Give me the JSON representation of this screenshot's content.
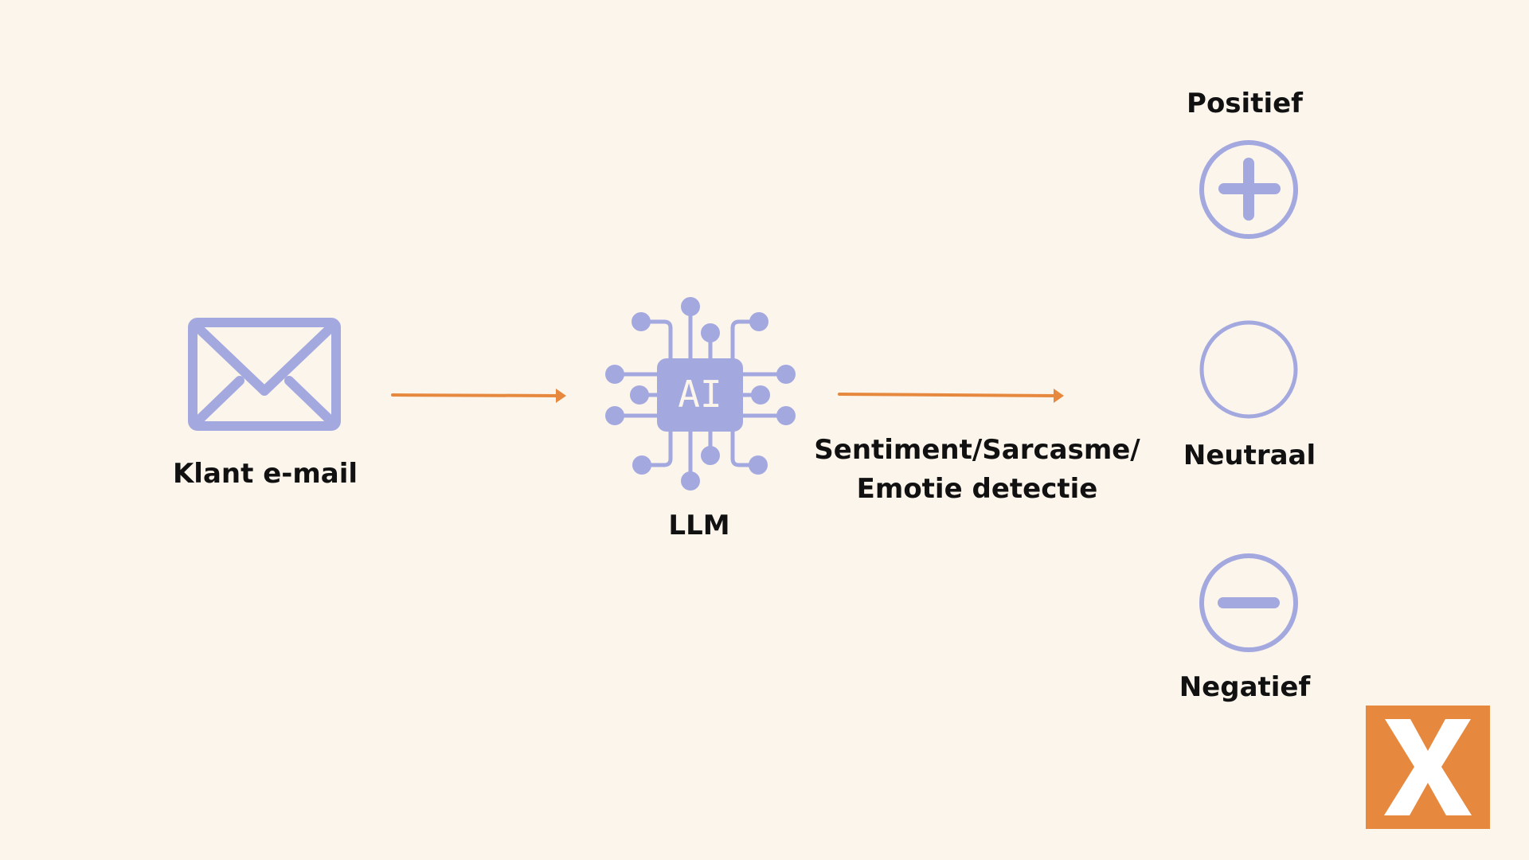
{
  "diagram": {
    "type": "flow",
    "colors": {
      "background": "#FCF5EC",
      "icon": "#A3A8DF",
      "arrow": "#E6893F",
      "logo_bg": "#E6893F",
      "logo_fg": "#FFFFFF",
      "text": "#111111"
    },
    "nodes": {
      "email": {
        "label": "Klant e-mail",
        "icon": "envelope-icon"
      },
      "llm": {
        "label": "LLM",
        "icon": "ai-chip-icon",
        "chip_text": "AI"
      },
      "detection": {
        "line1": "Sentiment/Sarcasme/",
        "line2": "Emotie detectie"
      },
      "positive": {
        "label": "Positief",
        "icon": "plus-circle-icon"
      },
      "neutral": {
        "label": "Neutraal",
        "icon": "circle-icon"
      },
      "negative": {
        "label": "Negatief",
        "icon": "minus-circle-icon"
      }
    },
    "edges": [
      {
        "from": "email",
        "to": "llm"
      },
      {
        "from": "llm",
        "to": "detection"
      }
    ],
    "logo": {
      "glyph": "X"
    }
  }
}
